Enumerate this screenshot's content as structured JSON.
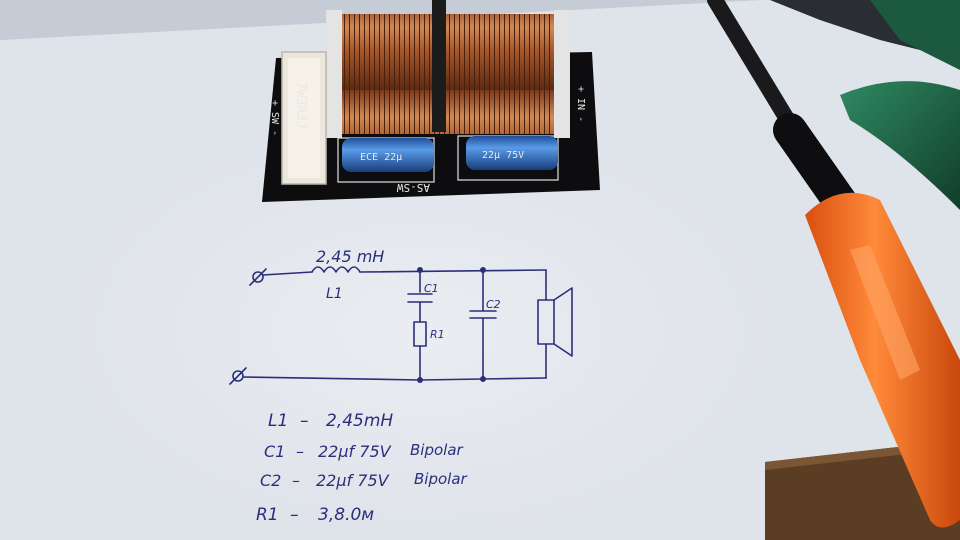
{
  "board": {
    "resistor_marking": "7W3R3J",
    "pcb_label": "AS-SW",
    "left_terminal_label": "+ SW -",
    "right_terminal_label": "+ IN -",
    "cap_left_marking": "ECE 22µ",
    "cap_right_marking": "22µ 75V"
  },
  "schematic": {
    "l1_value": "2,45 mH",
    "l1_ref": "L1",
    "c1_ref": "C1",
    "c2_ref": "C2",
    "r1_ref": "R1"
  },
  "notes": [
    {
      "ref": "L1",
      "dash": "–",
      "value": "2,45mH",
      "extra": ""
    },
    {
      "ref": "C1",
      "dash": "–",
      "value": "22µf 75V",
      "extra": "Bipolar"
    },
    {
      "ref": "C2",
      "dash": "–",
      "value": "22µf 75V",
      "extra": "Bipolar"
    },
    {
      "ref": "R1",
      "dash": "–",
      "value": "3,8.0м",
      "extra": ""
    }
  ],
  "colors": {
    "paper": "#dde2ea",
    "ink": "#2b2f7a",
    "pcb": "#0d0d0f",
    "copper": "#b8693a",
    "capacitor": "#2f6fc4",
    "screwdriver_handle": "#f06a1c",
    "plier_handle": "#1f6b4c",
    "wood": "#5a3d22"
  }
}
